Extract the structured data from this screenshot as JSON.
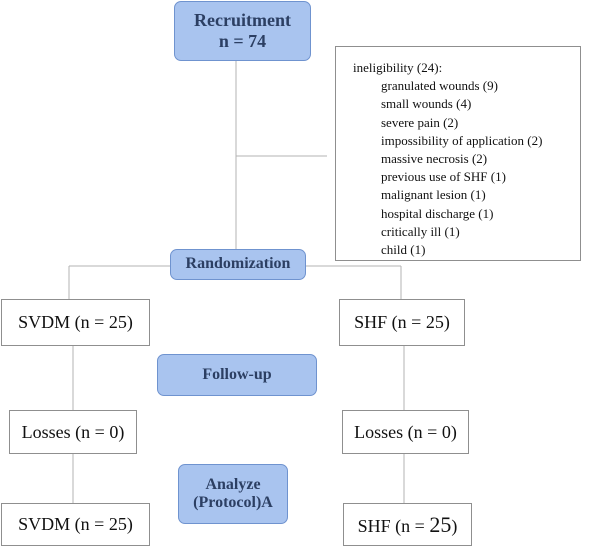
{
  "stages": {
    "recruitment": {
      "title": "Recruitment",
      "count": "n = 74"
    },
    "randomization": "Randomization",
    "followup": "Follow-up",
    "analyze": {
      "line1": "Analyze",
      "line2": "(Protocol)A"
    }
  },
  "ineligibility": {
    "heading": "ineligibility (24):",
    "reasons": [
      "granulated wounds (9)",
      "small wounds (4)",
      "severe pain (2)",
      "impossibility of application (2)",
      "massive necrosis (2)",
      "previous use of SHF (1)",
      "malignant lesion (1)",
      "hospital discharge (1)",
      "critically ill (1)",
      "child (1)"
    ]
  },
  "arms": {
    "left": {
      "allocation": "SVDM (n = 25)",
      "losses": "Losses (n = 0)",
      "analysis": "SVDM (n = 25)"
    },
    "right": {
      "allocation": "SHF (n = 25)",
      "losses": "Losses (n = 0)",
      "analysis_label": "SHF (n = ",
      "analysis_number": "25",
      "analysis_close": ")"
    }
  },
  "colors": {
    "stage_fill": "#a9c4ef",
    "stage_border": "#6f93cf",
    "stage_text": "#2c3f63",
    "box_border": "#8f8f8f",
    "connector": "#b3b3b3"
  }
}
